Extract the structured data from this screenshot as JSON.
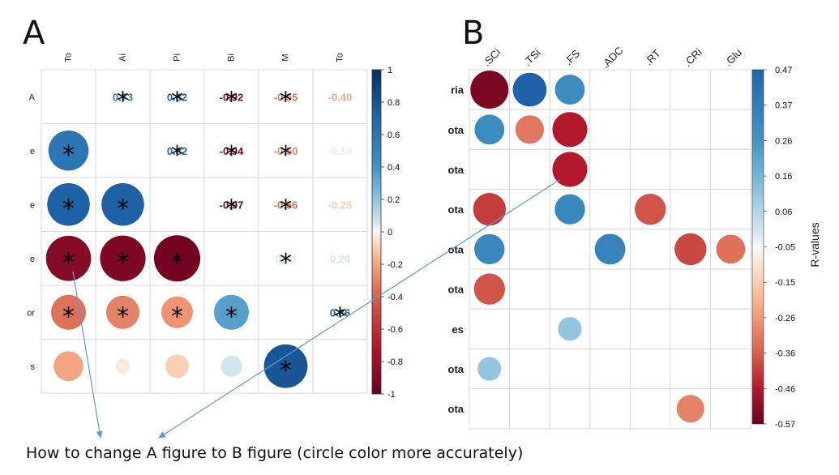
{
  "panel_labels": {
    "a": "A",
    "b": "B"
  },
  "caption": "How to change A figure to B figure (circle color more accurately)",
  "colors": {
    "strong_blue": "#053061",
    "strong_red": "#67001F",
    "arrow": "#5B9BD5",
    "grid": "#d9d9d9"
  },
  "chart_data": [
    {
      "type": "heatmap",
      "panel": "A",
      "col_labels": [
        "To",
        "Ai",
        "Pi",
        "Bi",
        "M",
        "To"
      ],
      "row_labels": [
        "A",
        "e",
        "e",
        "e",
        "or",
        "s"
      ],
      "legend_ticks": [
        "1",
        "0.8",
        "0.6",
        "0.4",
        "0.2",
        "0",
        "-0.2",
        "-0.4",
        "-0.6",
        "-0.8",
        "-1"
      ],
      "color_range": [
        -1,
        1
      ],
      "upper_triangle_numbers": [
        [
          null,
          "0.73",
          "0.82",
          "-0.92",
          "-0.55",
          "-0.40"
        ],
        [
          null,
          null,
          "0.82",
          "-0.94",
          "-0.50",
          "-0.10"
        ],
        [
          null,
          null,
          null,
          "-0.97",
          "-0.56",
          "-0.25"
        ],
        [
          null,
          null,
          null,
          null,
          "0.20",
          "0.20"
        ],
        [
          null,
          null,
          null,
          null,
          null,
          "0.86"
        ],
        [
          null,
          null,
          null,
          null,
          null,
          null
        ]
      ],
      "upper_star_cells": [
        [
          0,
          1
        ],
        [
          0,
          2
        ],
        [
          0,
          3
        ],
        [
          0,
          4
        ],
        [
          1,
          2
        ],
        [
          1,
          3
        ],
        [
          1,
          4
        ],
        [
          2,
          3
        ],
        [
          2,
          4
        ],
        [
          3,
          4
        ],
        [
          4,
          5
        ]
      ],
      "lower_circles": [
        {
          "row": 1,
          "col": 0,
          "value": 0.73,
          "star": true
        },
        {
          "row": 2,
          "col": 0,
          "value": 0.82,
          "star": true
        },
        {
          "row": 2,
          "col": 1,
          "value": 0.82,
          "star": true
        },
        {
          "row": 3,
          "col": 0,
          "value": -0.92,
          "star": true
        },
        {
          "row": 3,
          "col": 1,
          "value": -0.94,
          "star": true
        },
        {
          "row": 3,
          "col": 2,
          "value": -0.97,
          "star": true
        },
        {
          "row": 4,
          "col": 0,
          "value": -0.55,
          "star": true
        },
        {
          "row": 4,
          "col": 1,
          "value": -0.5,
          "star": true
        },
        {
          "row": 4,
          "col": 2,
          "value": -0.45,
          "star": true
        },
        {
          "row": 4,
          "col": 3,
          "value": 0.55,
          "star": true
        },
        {
          "row": 5,
          "col": 0,
          "value": -0.4,
          "star": false
        },
        {
          "row": 5,
          "col": 1,
          "value": -0.1,
          "star": false
        },
        {
          "row": 5,
          "col": 2,
          "value": -0.25,
          "star": false
        },
        {
          "row": 5,
          "col": 3,
          "value": 0.2,
          "star": false
        },
        {
          "row": 5,
          "col": 4,
          "value": 0.86,
          "star": true
        }
      ]
    },
    {
      "type": "heatmap",
      "panel": "B",
      "col_labels": [
        ".SCi",
        ".TSi",
        ".FS",
        ".ADC",
        ".RT",
        ".CRi",
        ".Glu"
      ],
      "row_labels": [
        "ria",
        "ota",
        "ota",
        "ota",
        "ota",
        "ota",
        "es",
        "ota",
        "ota"
      ],
      "legend_title": "R-values",
      "legend_ticks": [
        "0.47",
        "0.37",
        "0.26",
        "0.16",
        "0.06",
        "-0.05",
        "-0.15",
        "-0.26",
        "-0.36",
        "-0.46",
        "-0.57"
      ],
      "color_range": [
        -0.57,
        0.47
      ],
      "circles": [
        {
          "row": 0,
          "col": 0,
          "value": -0.57
        },
        {
          "row": 0,
          "col": 1,
          "value": 0.45
        },
        {
          "row": 0,
          "col": 2,
          "value": 0.35
        },
        {
          "row": 1,
          "col": 0,
          "value": 0.35
        },
        {
          "row": 1,
          "col": 1,
          "value": -0.32
        },
        {
          "row": 1,
          "col": 2,
          "value": -0.48
        },
        {
          "row": 2,
          "col": 2,
          "value": -0.48
        },
        {
          "row": 3,
          "col": 0,
          "value": -0.42
        },
        {
          "row": 3,
          "col": 2,
          "value": 0.36
        },
        {
          "row": 3,
          "col": 4,
          "value": -0.38
        },
        {
          "row": 4,
          "col": 0,
          "value": 0.36
        },
        {
          "row": 4,
          "col": 3,
          "value": 0.37
        },
        {
          "row": 4,
          "col": 5,
          "value": -0.4
        },
        {
          "row": 4,
          "col": 6,
          "value": -0.33
        },
        {
          "row": 5,
          "col": 0,
          "value": -0.38
        },
        {
          "row": 6,
          "col": 2,
          "value": 0.22
        },
        {
          "row": 7,
          "col": 0,
          "value": 0.22
        },
        {
          "row": 8,
          "col": 5,
          "value": -0.3
        }
      ]
    }
  ]
}
